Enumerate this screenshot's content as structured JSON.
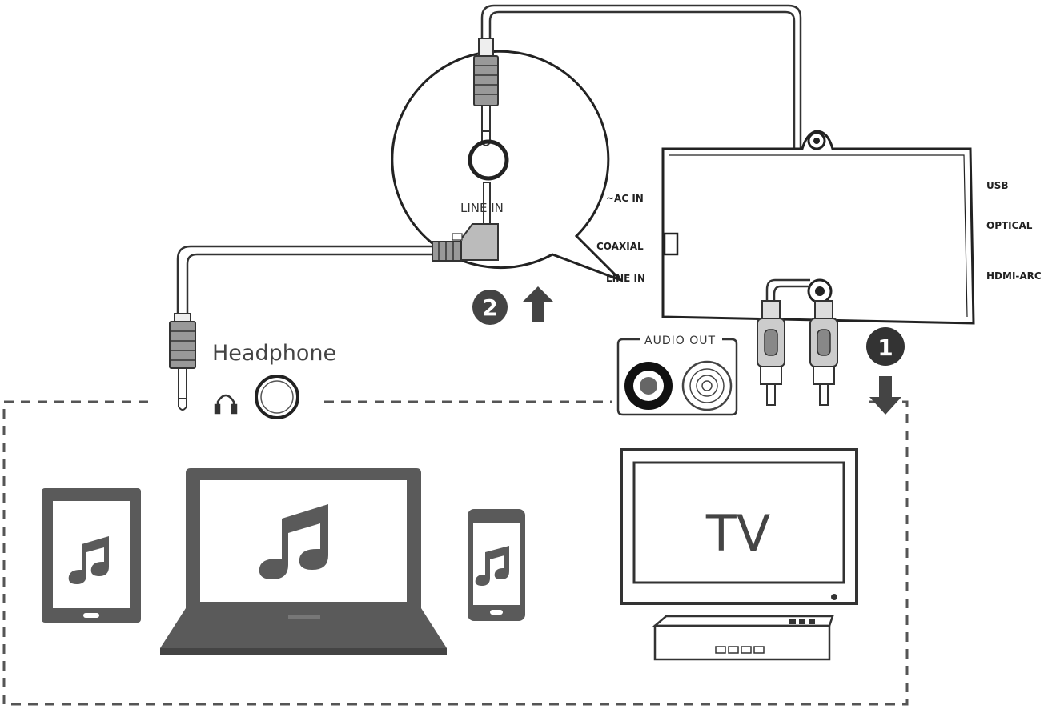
{
  "labels": {
    "line_in_bubble": "LINE IN",
    "ac_in": "~AC IN",
    "coaxial": "COAXIAL",
    "line_in_port": "LINE IN",
    "usb": "USB",
    "optical": "OPTICAL",
    "hdmi_arc": "HDMI-ARC",
    "headphone": "Headphone",
    "audio_out": "AUDIO OUT",
    "tv": "TV"
  },
  "steps": {
    "step1": "1",
    "step2": "2"
  },
  "icons": {
    "headphone": "headphone-icon",
    "music_note": "music-note-icon",
    "arrow_up": "arrow-up-icon",
    "arrow_down": "arrow-down-icon"
  },
  "colors": {
    "device_gray": "#5a5a5a",
    "line_dark": "#222222",
    "background": "#ffffff"
  }
}
